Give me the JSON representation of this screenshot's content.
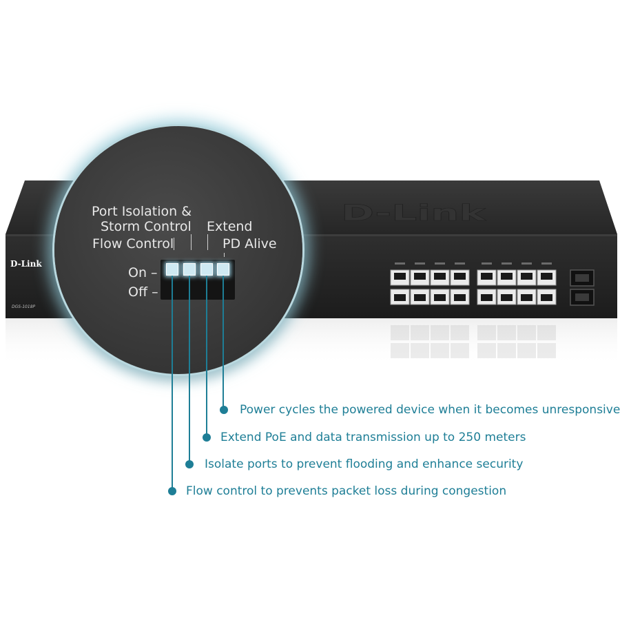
{
  "brand": {
    "logo_text": "D-Link",
    "model": "DGS-1018P",
    "watermark": "D-Link"
  },
  "magnifier": {
    "labels": {
      "port_isolation_line1": "Port Isolation &",
      "port_isolation_line2": "Storm Control",
      "flow_control": "Flow Control",
      "extend": "Extend",
      "pd_alive": "PD Alive",
      "on": "On",
      "off": "Off"
    },
    "dip_switch_states": [
      "on",
      "on",
      "on",
      "on"
    ]
  },
  "features": [
    {
      "text": "Power cycles the powered device when it becomes unresponsive"
    },
    {
      "text": "Extend PoE and data transmission up to 250 meters"
    },
    {
      "text": "Isolate ports to prevent flooding and enhance security"
    },
    {
      "text": "Flow control to prevents packet loss during congestion"
    }
  ],
  "colors": {
    "accent": "#1e7e96",
    "switch_body": "#2b2b2b",
    "glow": "#9fd3e0"
  },
  "ports": {
    "rj45_count": 16,
    "sfp_count": 2
  }
}
